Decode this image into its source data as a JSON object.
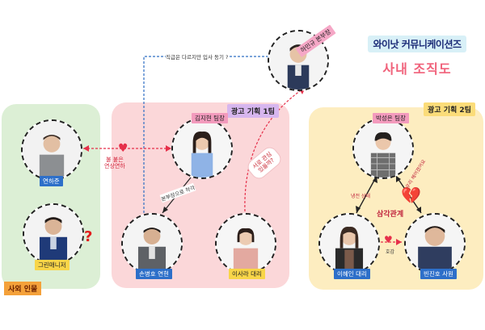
{
  "title": {
    "main": "와이낫 커뮤니케이션즈",
    "sub": "사내 조직도"
  },
  "groups": {
    "team1": "광고 기획 1팀",
    "team2": "광고 기획 2팀",
    "outside": "사외 인물"
  },
  "people": {
    "ha_min": "하민규 본부장",
    "kim_team": "김지현 팀장",
    "son_dir": "손병호 연현",
    "lee_deputy": "이사라 대리",
    "yeon_hajun": "연하준",
    "manager": "그린매니저",
    "park_team": "박성은 팀장",
    "lee_hyein": "이혜인 대리",
    "bin_jinho": "빈진호 사원"
  },
  "relations": {
    "ha_kim": "직급은 다르지만 입사 동기 ?",
    "yeon_kim": "불 붙은\n연상연하",
    "kim_son": "본부장으로 착각",
    "lee_ha": "서로 관심\n있을까?",
    "triangle": "삼각관계",
    "park_hyein": "냉전 상태",
    "park_bin": "우리 헤어졌어요",
    "hyein_bin": "호감",
    "question_mark": "?"
  },
  "colors": {
    "team1_bg": "#fbd7d9",
    "team2_bg": "#fdedc0",
    "outside_bg": "#dcefd5",
    "accent_red": "#e6304a",
    "line_blue": "#2f6fc4"
  }
}
